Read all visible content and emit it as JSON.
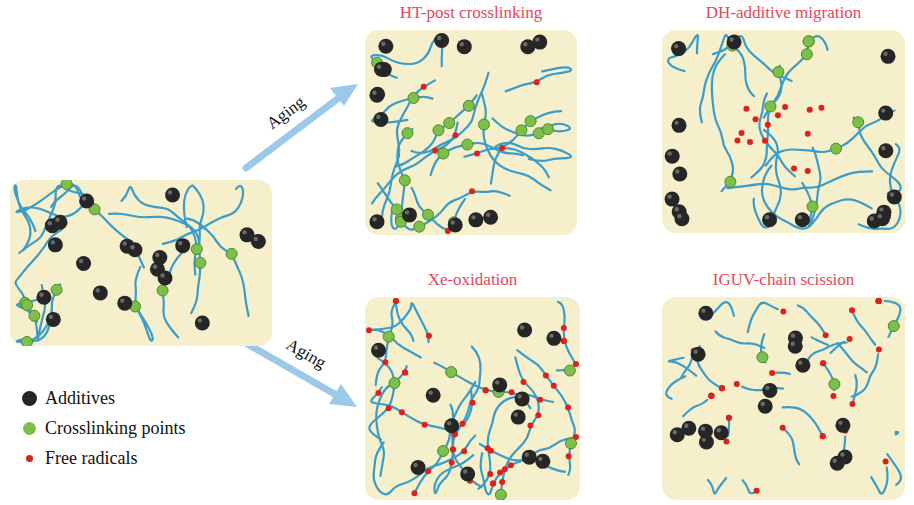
{
  "diagram": {
    "nodes": [
      {
        "text": [
          "HT-post crosslinking"
        ]
      },
      {
        "text": [
          "DH-additive migration"
        ]
      },
      {
        "text": [
          "Xe-oxidation"
        ]
      },
      {
        "text": [
          "IGUV-chain scission"
        ]
      }
    ],
    "labels": [
      "Aging",
      "Aging"
    ],
    "legend": [
      {
        "text": "Additives",
        "color": "#262626"
      },
      {
        "text": "Crosslinking points",
        "color": "#7dbf4b"
      },
      {
        "text": "Free radicals",
        "color": "#e0201c"
      }
    ]
  }
}
